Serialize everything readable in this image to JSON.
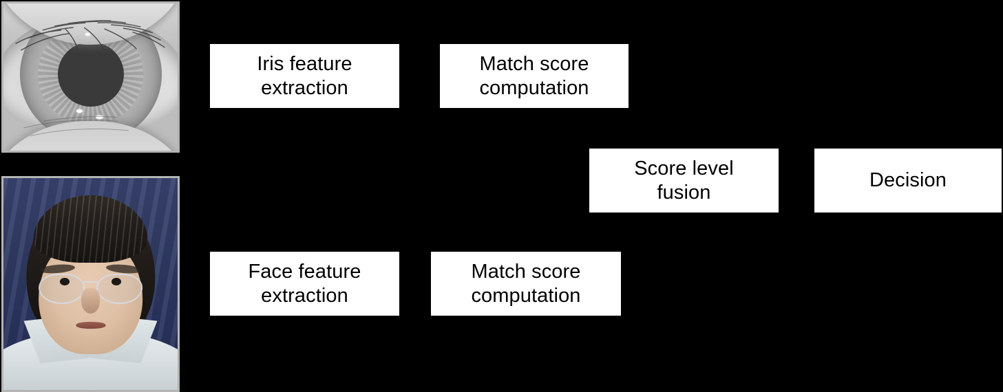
{
  "diagram": {
    "title": "Multimodal biometric score level fusion pipeline",
    "background_color": "#000000",
    "box_fill_color": "#ffffff",
    "box_text_color": "#000000",
    "samples": [
      {
        "name": "iris-sample-image",
        "modality": "iris",
        "description": "Grayscale close-up photograph of a human eye showing iris and pupil",
        "border_color": "#b4b4b4"
      },
      {
        "name": "face-sample-image",
        "modality": "face",
        "description": "Color photograph of a person wearing glasses against a blue curtain background",
        "border_color": "#b4b4b4"
      }
    ],
    "boxes": [
      {
        "id": "iris-feature-extraction",
        "lines": [
          "Iris feature",
          "extraction"
        ]
      },
      {
        "id": "iris-match-score-computation",
        "lines": [
          "Match score",
          "computation"
        ]
      },
      {
        "id": "score-level-fusion",
        "lines": [
          "Score level",
          "fusion"
        ]
      },
      {
        "id": "decision",
        "lines": [
          "Decision"
        ]
      },
      {
        "id": "face-feature-extraction",
        "lines": [
          "Face feature",
          "extraction"
        ]
      },
      {
        "id": "face-match-score-computation",
        "lines": [
          "Match score",
          "computation"
        ]
      }
    ]
  }
}
